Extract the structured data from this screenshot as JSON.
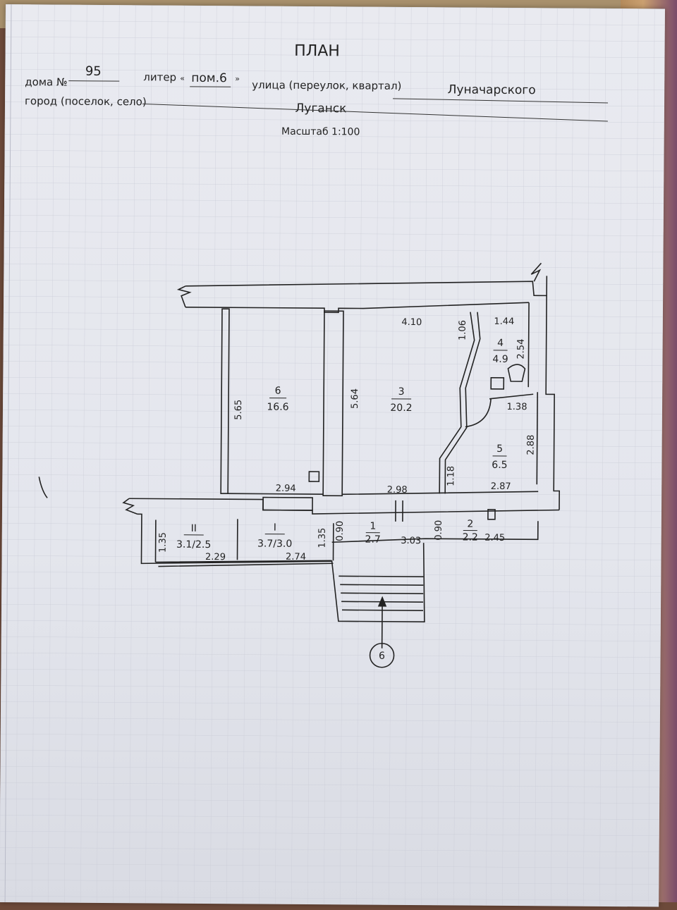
{
  "header": {
    "title": "ПЛАН",
    "house_label": "дома №",
    "house_number": "95",
    "liter_label": "литер",
    "liter_open": "«",
    "liter_value": "пом.6",
    "liter_close": "»",
    "street_label": "улица (переулок, квартал)",
    "street_value": "Луначарского",
    "city_label": "город (поселок, село)",
    "city_value": "Луганск",
    "scale": "Масштаб 1:100"
  },
  "rooms": [
    {
      "number": "6",
      "area": "16.6"
    },
    {
      "number": "3",
      "area": "20.2"
    },
    {
      "number": "4",
      "area": "4.9"
    },
    {
      "number": "5",
      "area": "6.5"
    },
    {
      "number": "1",
      "area": "2.7"
    },
    {
      "number": "2",
      "area": "2.2"
    },
    {
      "number": "II",
      "area": "3.1/2.5"
    },
    {
      "number": "I",
      "area": "3.7/3.0"
    }
  ],
  "dimensions": {
    "d_565": "5.65",
    "d_564": "5.64",
    "d_410": "4.10",
    "d_106": "1.06",
    "d_144": "1.44",
    "d_254": "2.54",
    "d_138": "1.38",
    "d_288": "2.88",
    "d_118": "1.18",
    "d_294": "2.94",
    "d_298": "2.98",
    "d_287": "2.87",
    "d_135a": "1.35",
    "d_135b": "1.35",
    "d_090a": "0.90",
    "d_303": "3.03",
    "d_090b": "0.90",
    "d_245": "2.45",
    "d_229": "2.29",
    "d_274": "2.74"
  },
  "entrance_marker": "6"
}
